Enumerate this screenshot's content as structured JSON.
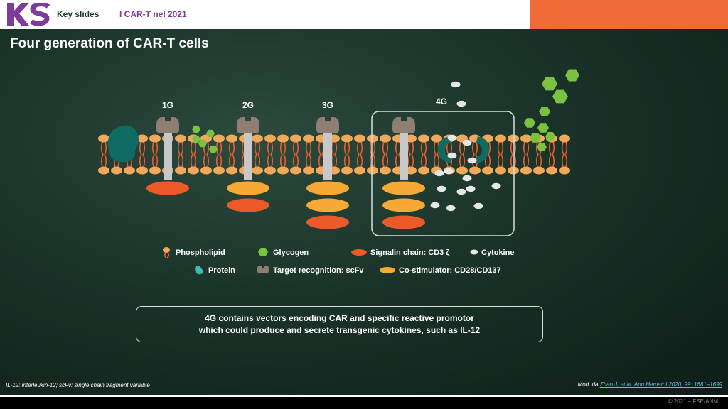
{
  "header": {
    "logo_text": "KS",
    "section": "Key slides",
    "topic": "I CAR-T nel 2021"
  },
  "slide": {
    "title": "Four generation of CAR-T cells"
  },
  "diagram": {
    "generations": [
      {
        "label": "1G"
      },
      {
        "label": "2G"
      },
      {
        "label": "3G"
      },
      {
        "label": "4G"
      }
    ]
  },
  "legend": {
    "phospholipid": "Phospholipid",
    "glycogen": "Glycogen",
    "signaling_chain": "Signalin chain: CD3 ζ",
    "cytokine": "Cytokine",
    "protein": "Protein",
    "target_recognition": "Target recognition: scFv",
    "co_stimulator": "Co-stimulator: CD28/CD137"
  },
  "callout": {
    "line1": "4G contains vectors encoding CAR and specific reactive promotor",
    "line2": "which could produce and secrete transgenic cytokines, such as IL-12"
  },
  "footer": {
    "footnote": "IL-12: interleukin-12; scFv: single chain fragment variable",
    "source_prefix": "Mod. da ",
    "source_link": "Zhao J, et al. Ann Hematol 2020; 99: 1681–1699",
    "copyright": "© 2021 – FSE/ANM"
  },
  "colors": {
    "orange": "#ee6a36",
    "lipid": "#f0a85a",
    "signaling": "#ec5a2a",
    "costim": "#f7a933",
    "scfv": "#8f7f72",
    "glycogen": "#7cc242",
    "protein": "#0f6b63",
    "cytokine": "#e6e6e6",
    "logo_purple": "#7d3c98"
  }
}
